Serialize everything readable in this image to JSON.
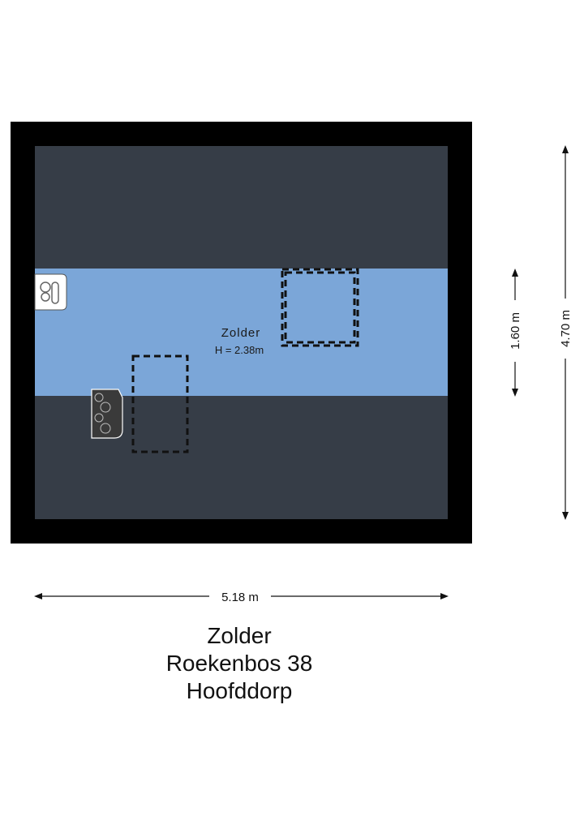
{
  "room": {
    "name": "Zolder",
    "height": "H = 2.38m"
  },
  "dimensions": {
    "width": "5.18 m",
    "depth": "4.70 m",
    "headroom": "1.60 m"
  },
  "title": {
    "line1": "Zolder",
    "line2": "Roekenbos 38",
    "line3": "Hoofddorp"
  },
  "colors": {
    "wall": "#000000",
    "low_area": "#363d47",
    "standing_area": "#7ba6d8",
    "dashed": "#111111"
  },
  "icons": {
    "left_fixture": "boiler-icon",
    "stove_fixture": "stove-icon"
  }
}
